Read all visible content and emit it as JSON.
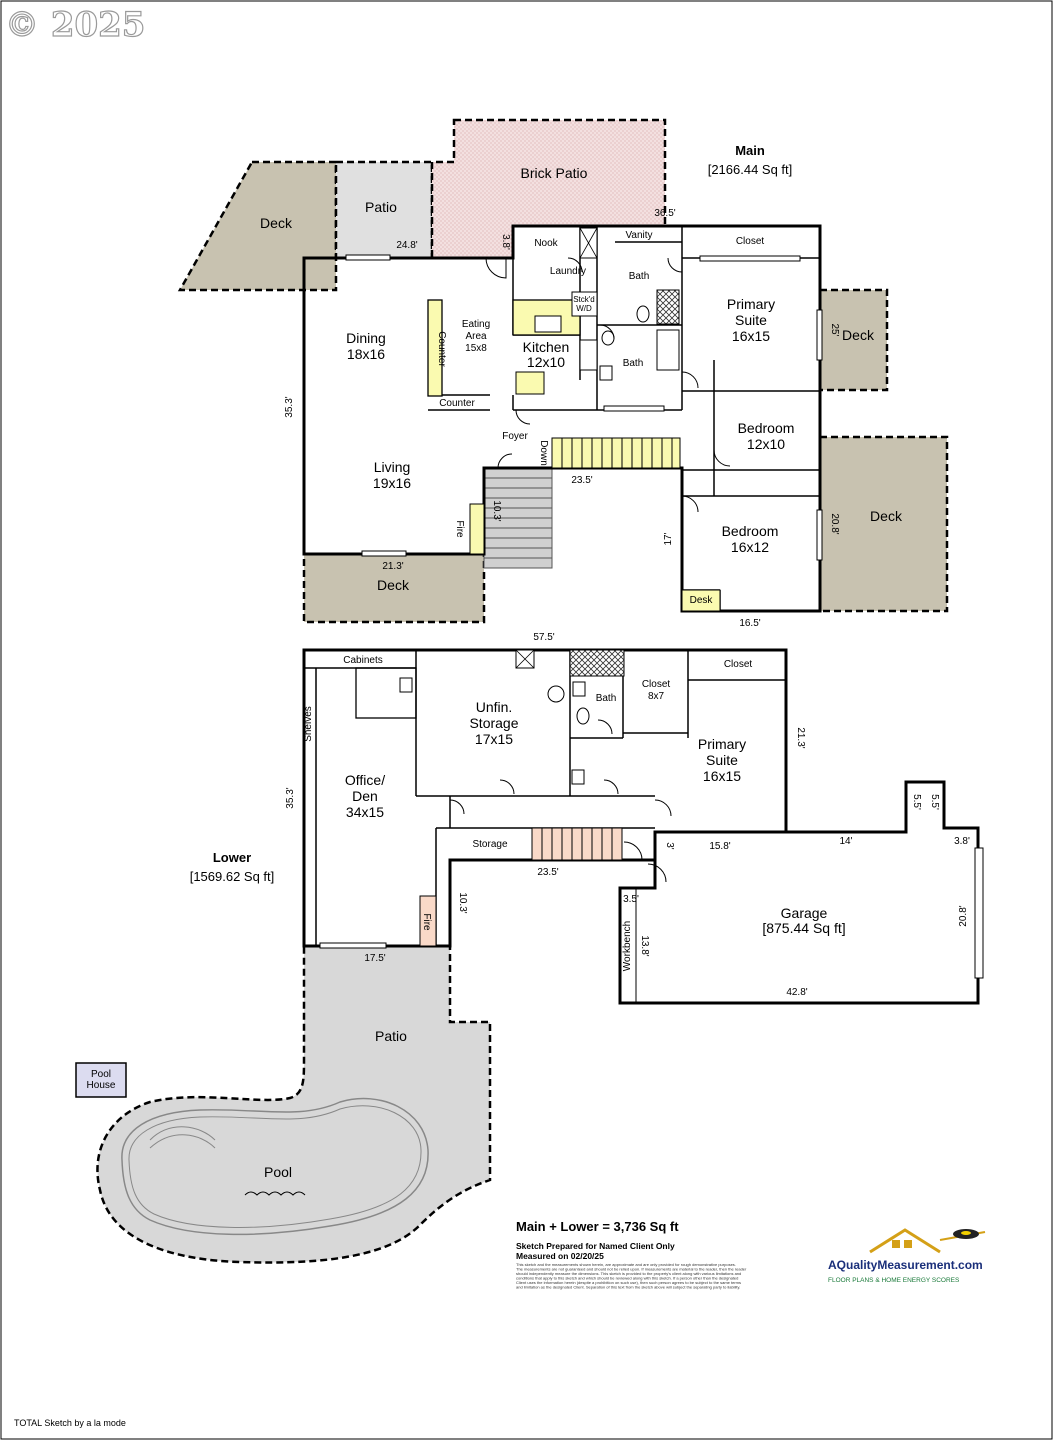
{
  "watermark": "© 2025",
  "main": {
    "title": "Main",
    "area": "[2166.44 Sq ft]",
    "rooms": {
      "deck_nw": "Deck",
      "patio": "Patio",
      "brick_patio": "Brick Patio",
      "nook": "Nook",
      "vanity": "Vanity",
      "closet": "Closet",
      "laundry": "Laundry",
      "bath1": "Bath",
      "stackwd": "Stck'd",
      "stackwd2": "W/D",
      "primary_l1": "Primary",
      "primary_l2": "Suite",
      "primary_l3": "16x15",
      "deck_e1": "Deck",
      "dining_l1": "Dining",
      "dining_l2": "18x16",
      "counter_v": "Counter",
      "eating_l1": "Eating",
      "eating_l2": "Area",
      "eating_l3": "15x8",
      "kitchen_l1": "Kitchen",
      "kitchen_l2": "12x10",
      "bath2": "Bath",
      "counter_h": "Counter",
      "bedroom1_l1": "Bedroom",
      "bedroom1_l2": "12x10",
      "foyer": "Foyer",
      "down": "Down",
      "deck_e2": "Deck",
      "living_l1": "Living",
      "living_l2": "19x16",
      "fire": "Fire",
      "bedroom2_l1": "Bedroom",
      "bedroom2_l2": "16x12",
      "deck_s": "Deck",
      "desk": "Desk"
    },
    "dims": {
      "d_248": "24.8'",
      "d_38": "3.8'",
      "d_365": "36.5'",
      "d_353": "35.3'",
      "d_25": "25'",
      "d_235": "23.5'",
      "d_103": "10.3'",
      "d_17": "17'",
      "d_208": "20.8'",
      "d_213": "21.3'",
      "d_165": "16.5'"
    }
  },
  "lower": {
    "title": "Lower",
    "area": "[1569.62 Sq ft]",
    "rooms": {
      "cabinets": "Cabinets",
      "shelves": "Shelves",
      "unfin_l1": "Unfin.",
      "unfin_l2": "Storage",
      "unfin_l3": "17x15",
      "bath": "Bath",
      "closet_l1": "Closet",
      "closet_l2": "8x7",
      "closet2": "Closet",
      "primary_l1": "Primary",
      "primary_l2": "Suite",
      "primary_l3": "16x15",
      "office_l1": "Office/",
      "office_l2": "Den",
      "office_l3": "34x15",
      "storage": "Storage",
      "fire": "Fire",
      "garage_l1": "Garage",
      "garage_l2": "[875.44 Sq ft]",
      "workbench": "Workbench",
      "patio": "Patio",
      "pool": "Pool",
      "pool_house_l1": "Pool",
      "pool_house_l2": "House"
    },
    "dims": {
      "d_575": "57.5'",
      "d_213": "21.3'",
      "d_353": "35.3'",
      "d_235": "23.5'",
      "d_158": "15.8'",
      "d_14": "14'",
      "d_38": "3.8'",
      "d_55a": "5.5'",
      "d_55b": "5.5'",
      "d_3": "3'",
      "d_35": "3.5'",
      "d_103": "10.3'",
      "d_138": "13.8'",
      "d_208": "20.8'",
      "d_428": "42.8'",
      "d_175": "17.5'"
    }
  },
  "summary": {
    "total": "Main + Lower = 3,736 Sq ft",
    "prepared": "Sketch Prepared for Named Client Only",
    "measured": "Measured on 02/20/25",
    "disclaimer_1": "This sketch and the measurements shown herein, are approximate and are only provided for rough demonstrative purposes.",
    "disclaimer_2": "The measurements are not guaranteed and should not be relied upon. If measurements are material to the reader, then the reader",
    "disclaimer_3": "should independently measure the dimensions. This sketch is provided to the property's client along with various limitations and",
    "disclaimer_4": "conditions that apply to this sketch and which should be reviewed along with this sketch. If a person other than the designated",
    "disclaimer_5": "Client uses the information herein (despite a prohibition on such use), then such person agrees to be subject to the same terms",
    "disclaimer_6": "and limitation as the designated Client. Separation of this text from the sketch above will subject the separating party to liability."
  },
  "branding": {
    "site": "AQualityMeasurement.com",
    "tagline": "FLOOR PLANS & HOME ENERGY SCORES"
  },
  "footer": "TOTAL Sketch by a la mode",
  "colors": {
    "main_floor": "#fafab0",
    "lower_floor": "#f9d9c8",
    "garage": "#b4eeaa",
    "deck": "#c8c2b0",
    "patio": "#e0e0e0",
    "brick_patio": "#f3e0e0",
    "pool_area": "#d8d8d8",
    "pool_house": "#dcdcf0"
  }
}
